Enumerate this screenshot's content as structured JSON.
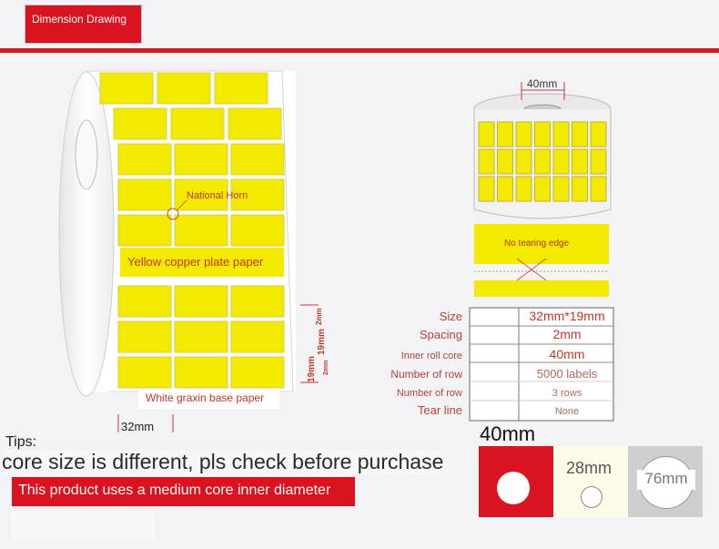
{
  "header": {
    "title": "Dimension Drawing"
  },
  "roll_drawing": {
    "callout_national_horn": "National Horn",
    "callout_paper": "Yellow copper plate paper",
    "callout_base": "White graxin base paper",
    "dim_width": "32mm",
    "dim_height": "19mm",
    "dim_gap_top": "2mm",
    "dim_gap_mid": "2mm",
    "label_color": "#f3ea00"
  },
  "small_roll": {
    "core_dim": "40mm",
    "no_tearing": "No tearing edge"
  },
  "spec_table": {
    "rows": [
      {
        "label": "Size",
        "value": "32mm*19mm"
      },
      {
        "label": "Spacing",
        "value": "2mm"
      },
      {
        "label": "Inner roll core",
        "value": "40mm"
      },
      {
        "label": "Number of row",
        "value": "5000 labels"
      },
      {
        "label": "Number of row",
        "value": "3 rows"
      },
      {
        "label": "Tear line",
        "value": "None"
      }
    ]
  },
  "tips": {
    "heading": "Tips:",
    "core_notice": "core size is different, pls check before purchase",
    "medium_notice": "This product uses a medium core inner diameter"
  },
  "core_options": {
    "selected_label": "40mm",
    "options": [
      {
        "label": "28mm"
      },
      {
        "label": "76mm"
      }
    ],
    "accent": "#d9131f"
  }
}
